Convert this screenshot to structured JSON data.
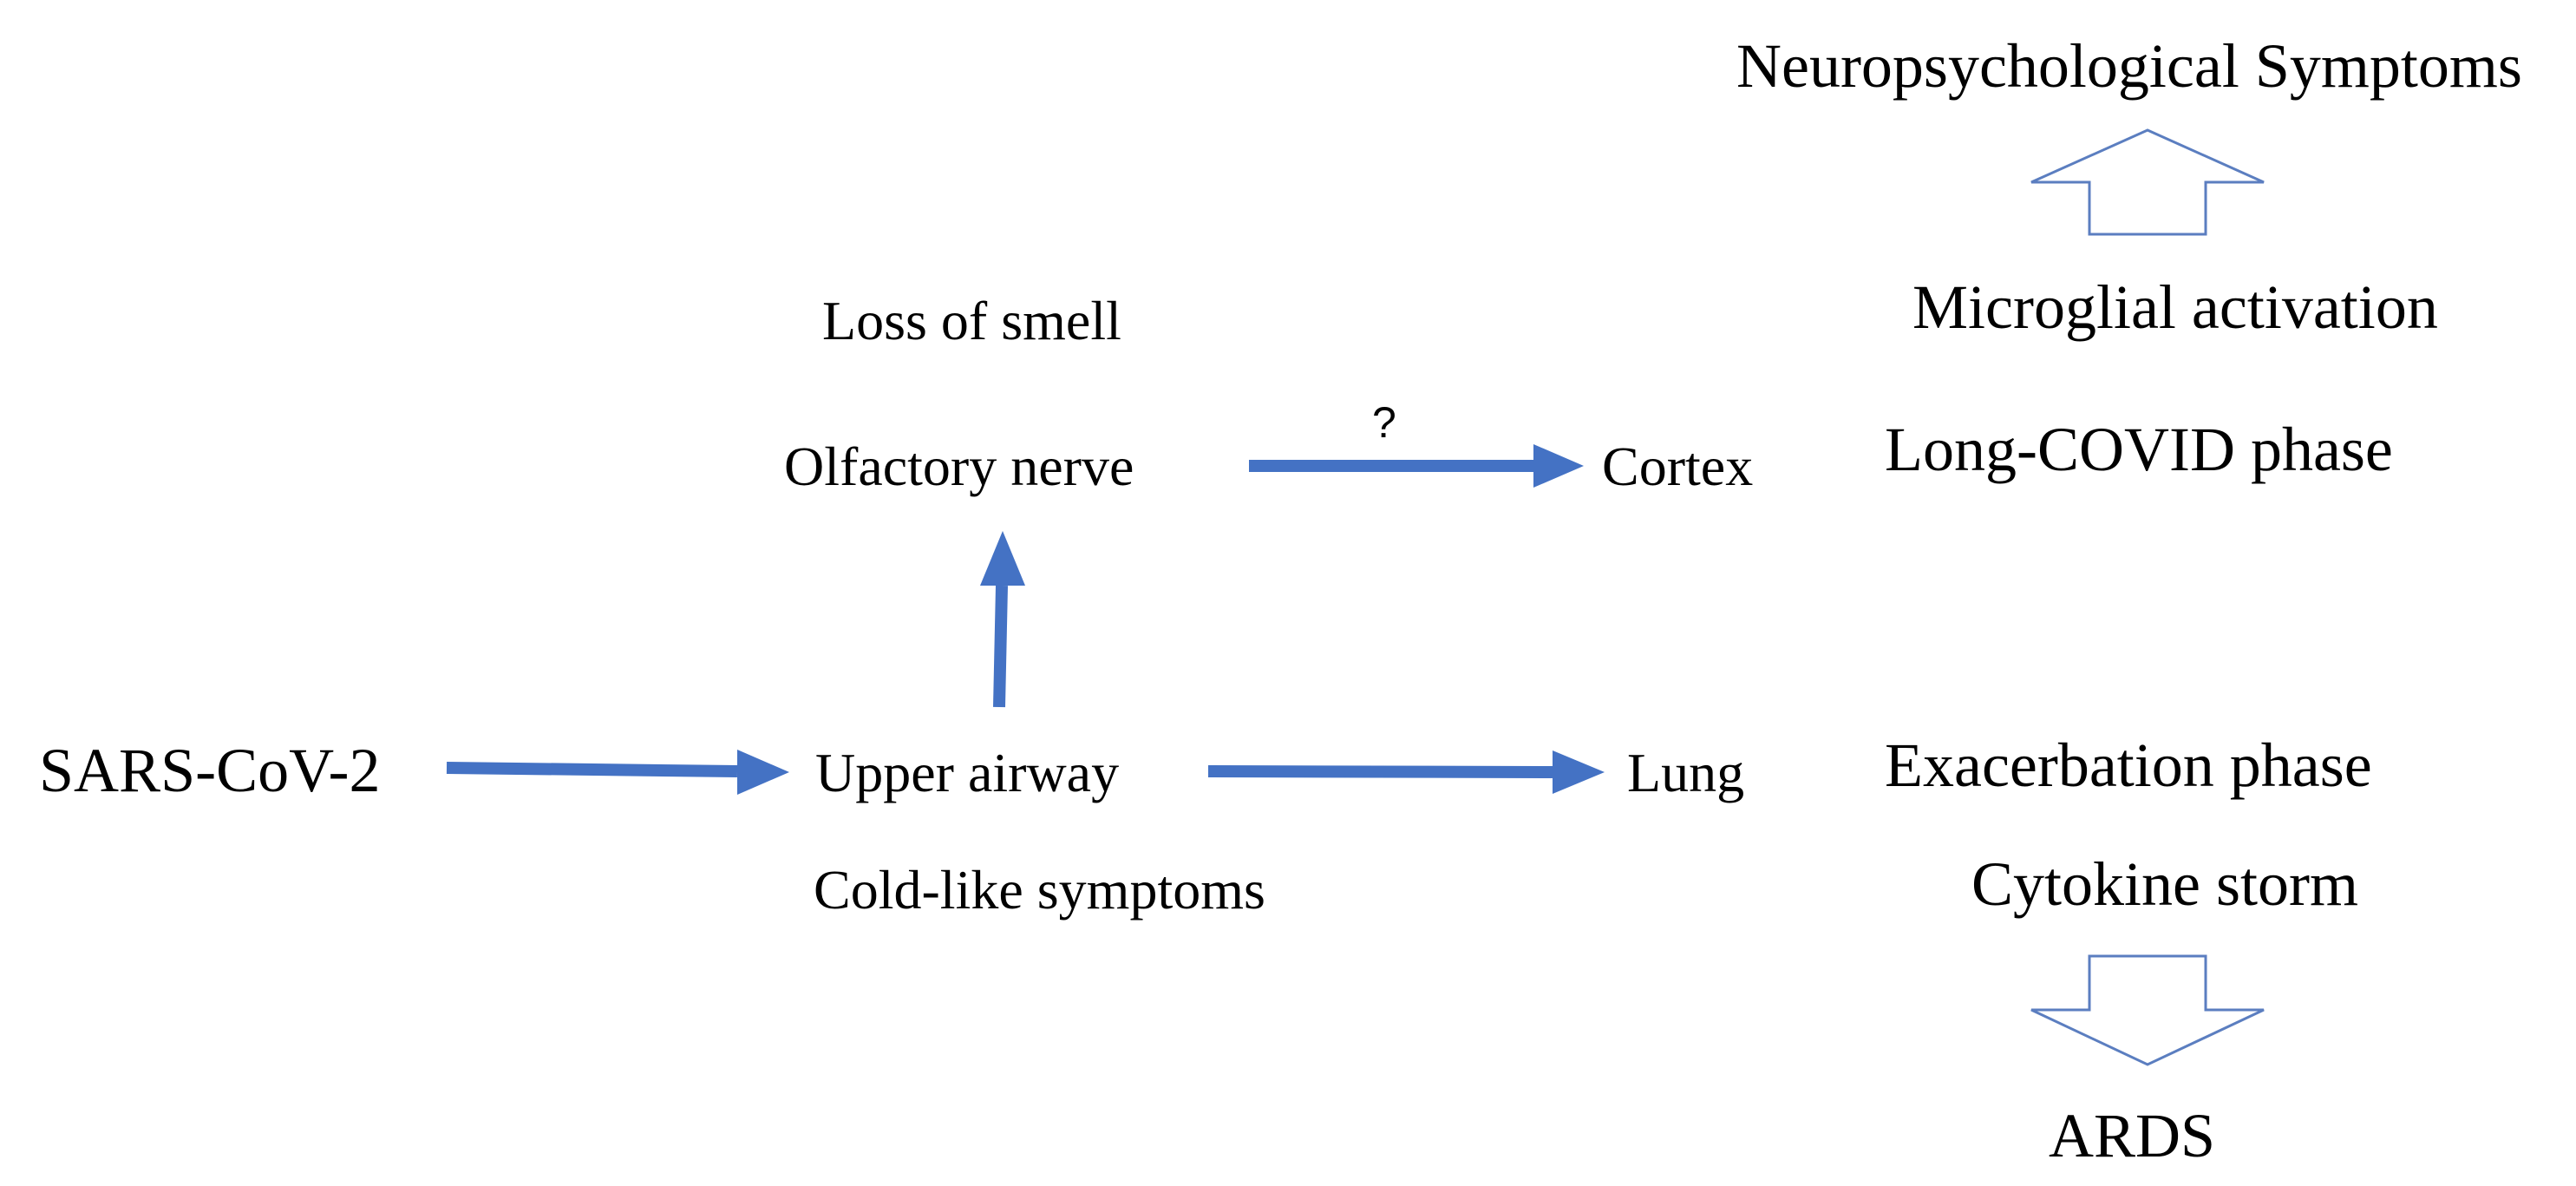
{
  "colors": {
    "arrow_solid": "#4472C4",
    "arrow_outline": "#5B7EC0",
    "text": "#000000",
    "background": "#FFFFFF"
  },
  "nodes": {
    "sars": "SARS-CoV-2",
    "upper_airway": "Upper airway",
    "cold_like": "Cold-like symptoms",
    "olfactory": "Olfactory nerve",
    "loss_smell": "Loss of smell",
    "cortex": "Cortex",
    "lung": "Lung",
    "question": "?"
  },
  "phases": {
    "long_covid": "Long-COVID phase",
    "microglial": "Microglial activation",
    "neuro": "Neuropsychological Symptoms",
    "exacerbation": "Exacerbation phase",
    "cytokine": "Cytokine storm",
    "ards": "ARDS"
  }
}
